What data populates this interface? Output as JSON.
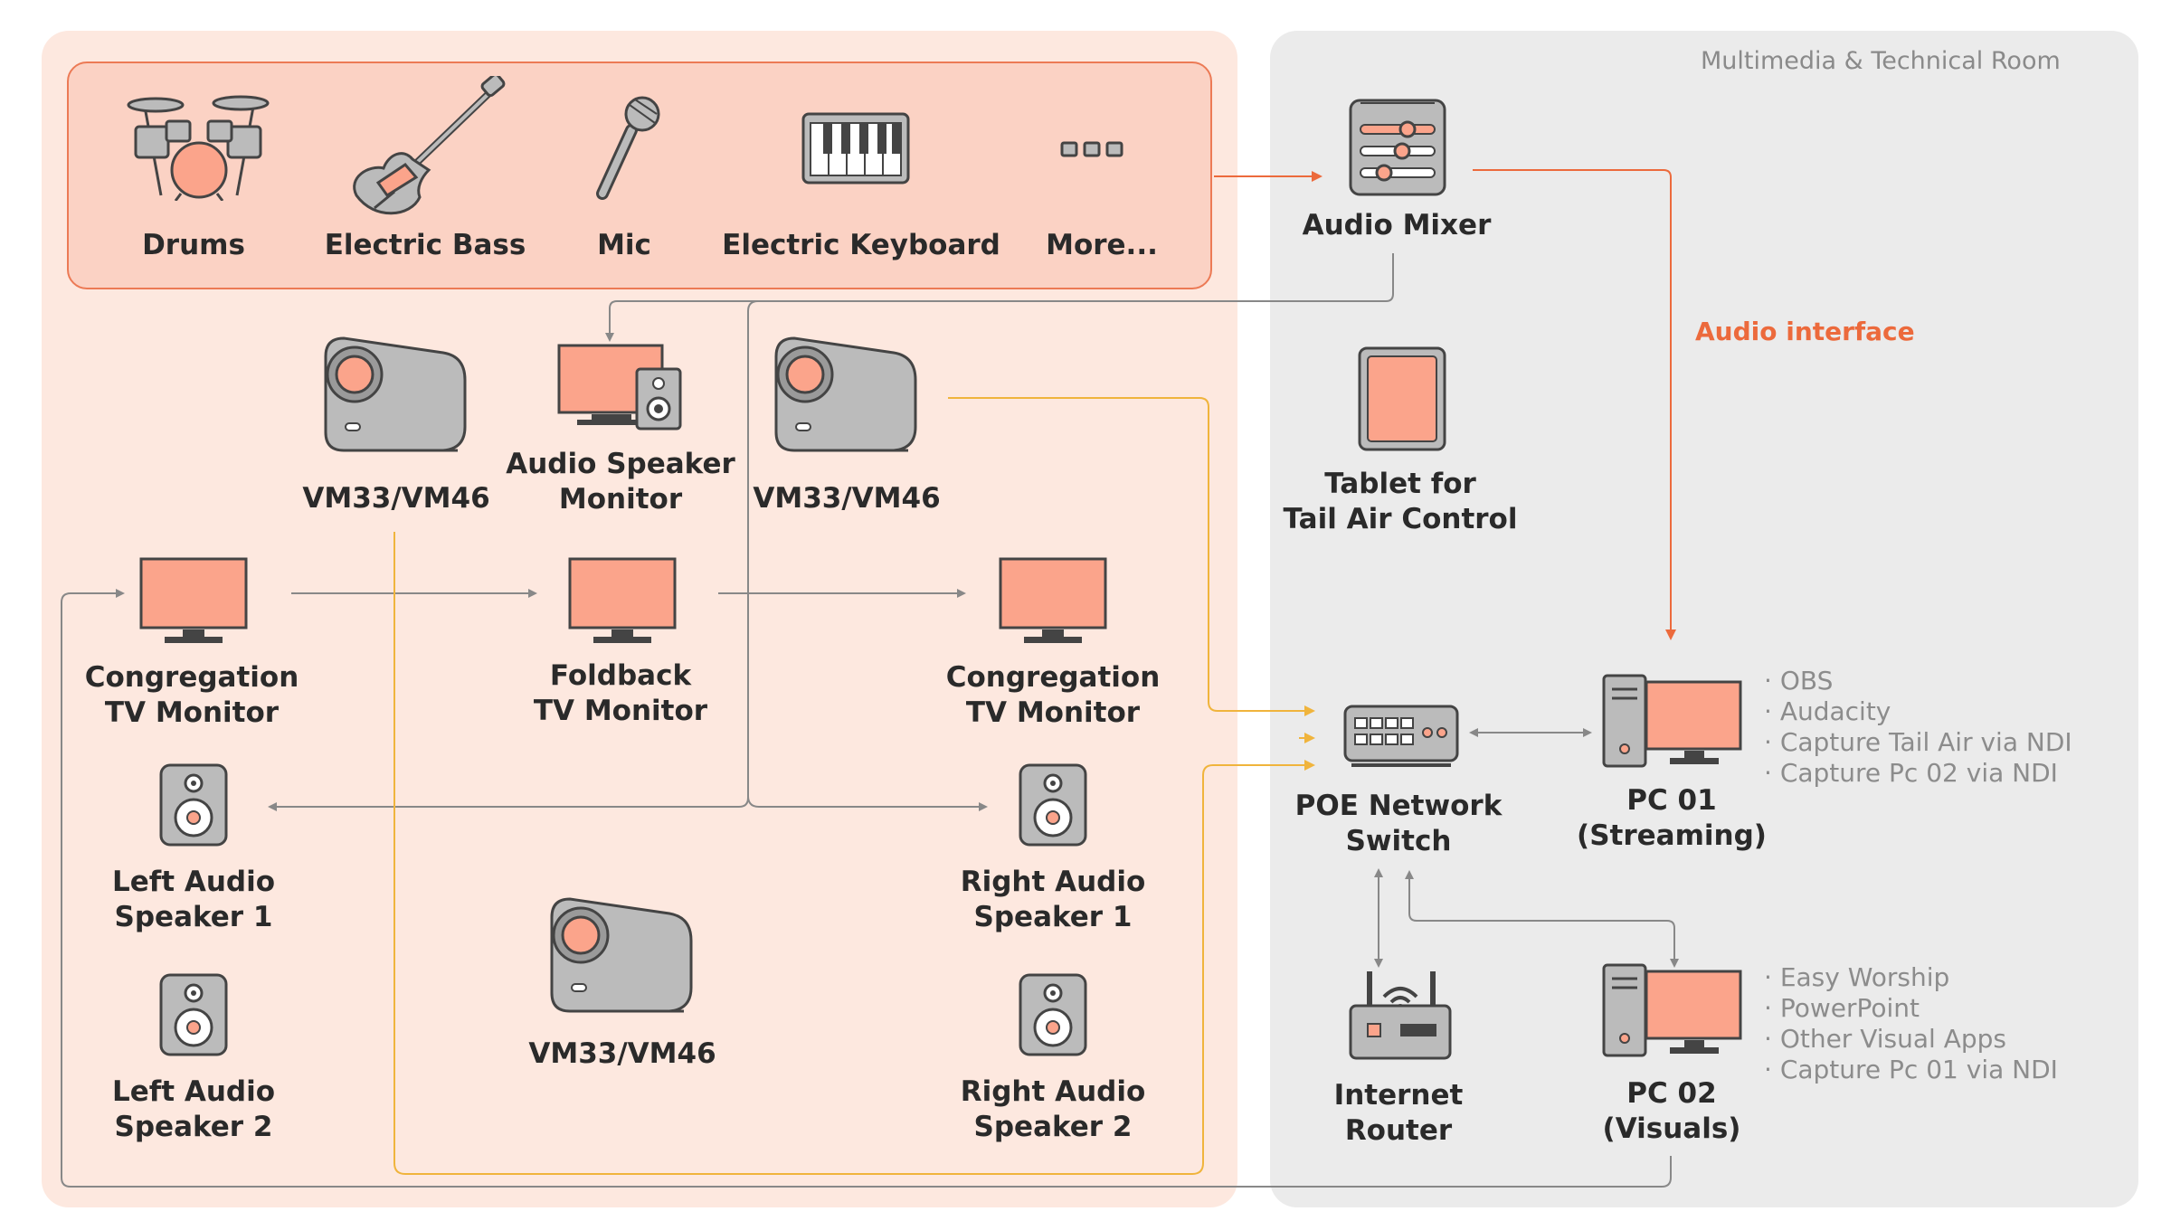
{
  "colors": {
    "left_area_bg": "#fde8df",
    "instrument_box_bg": "#fbd2c4",
    "instrument_box_border": "#ec7a55",
    "room_bg": "#ebebeb",
    "accent_orange": "#ec6a3c",
    "icon_fill": "#fba48b",
    "gray_line": "#888888",
    "yellow_line": "#f0b43c"
  },
  "room": {
    "title": "Multimedia & Technical Room"
  },
  "instruments": [
    {
      "icon": "drums-icon",
      "label": "Drums"
    },
    {
      "icon": "electric-bass-icon",
      "label": "Electric Bass"
    },
    {
      "icon": "mic-icon",
      "label": "Mic"
    },
    {
      "icon": "keyboard-icon",
      "label": "Electric Keyboard"
    },
    {
      "icon": "more-icon",
      "label": "More..."
    }
  ],
  "nodes": {
    "audio_mixer": "Audio Mixer",
    "audio_interface": "Audio interface",
    "tablet": [
      "Tablet for",
      "Tail Air Control"
    ],
    "camera_1": "VM33/VM46",
    "camera_2": "VM33/VM46",
    "camera_3": "VM33/VM46",
    "speaker_monitor": [
      "Audio Speaker",
      "Monitor"
    ],
    "tv_congregation_left": [
      "Congregation",
      "TV Monitor"
    ],
    "tv_foldback": [
      "Foldback",
      "TV Monitor"
    ],
    "tv_congregation_right": [
      "Congregation",
      "TV Monitor"
    ],
    "left_speaker_1": [
      "Left Audio",
      "Speaker 1"
    ],
    "left_speaker_2": [
      "Left Audio",
      "Speaker 2"
    ],
    "right_speaker_1": [
      "Right Audio",
      "Speaker 1"
    ],
    "right_speaker_2": [
      "Right Audio",
      "Speaker 2"
    ],
    "poe_switch": [
      "POE Network",
      "Switch"
    ],
    "pc01": [
      "PC 01",
      "(Streaming)"
    ],
    "pc02": [
      "PC 02",
      "(Visuals)"
    ],
    "router": [
      "Internet",
      "Router"
    ]
  },
  "pc01_apps": [
    "OBS",
    "Audacity",
    "Capture Tail Air via NDI",
    "Capture Pc 02 via NDI"
  ],
  "pc02_apps": [
    "Easy Worship",
    "PowerPoint",
    "Other Visual Apps",
    "Capture Pc 01 via NDI"
  ]
}
